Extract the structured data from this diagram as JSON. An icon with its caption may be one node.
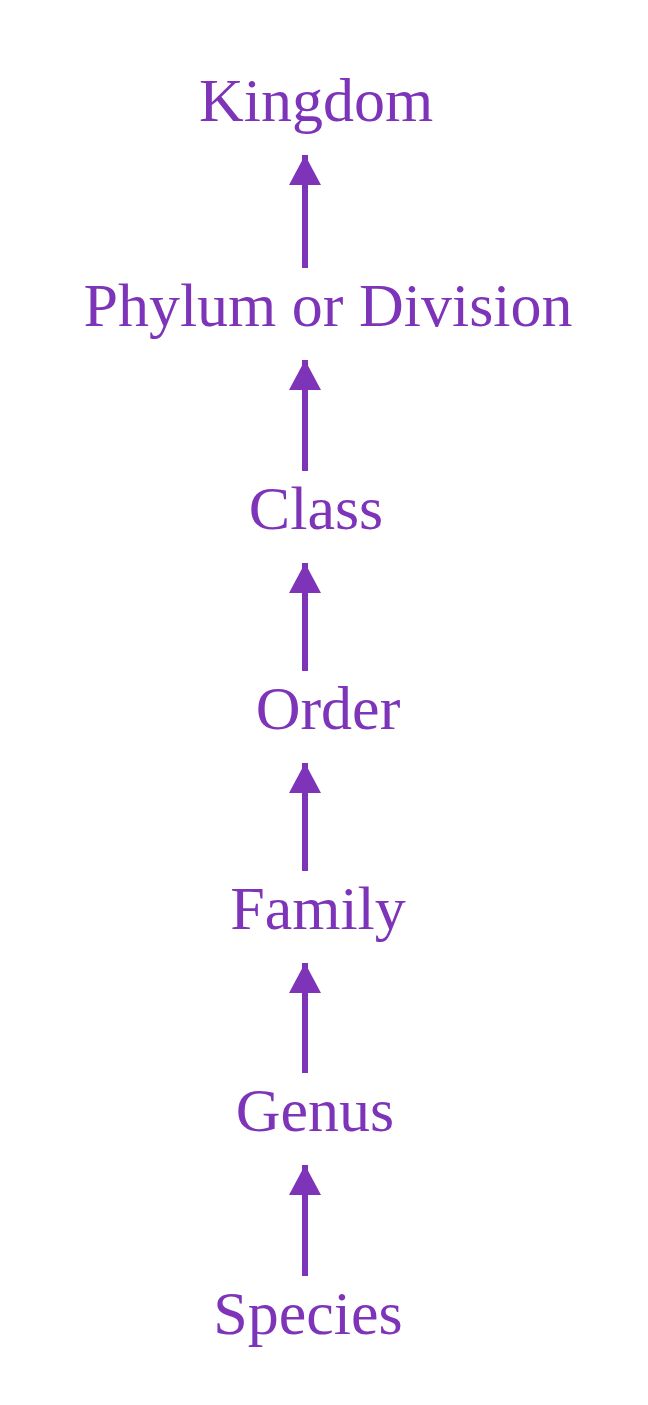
{
  "diagram": {
    "nodes": [
      {
        "text": [
          "Kingdom"
        ]
      },
      {
        "text": [
          "Phylum or Division"
        ]
      },
      {
        "text": [
          "Class"
        ]
      },
      {
        "text": [
          "Order"
        ]
      },
      {
        "text": [
          "Family"
        ]
      },
      {
        "text": [
          "Genus"
        ]
      },
      {
        "text": [
          "Species"
        ]
      }
    ],
    "edges": [
      {
        "from": 1,
        "to": 0,
        "arrow": "to"
      },
      {
        "from": 2,
        "to": 1,
        "arrow": "to"
      },
      {
        "from": 3,
        "to": 2,
        "arrow": "to"
      },
      {
        "from": 4,
        "to": 3,
        "arrow": "to"
      },
      {
        "from": 5,
        "to": 4,
        "arrow": "to"
      },
      {
        "from": 6,
        "to": 5,
        "arrow": "to"
      }
    ]
  }
}
